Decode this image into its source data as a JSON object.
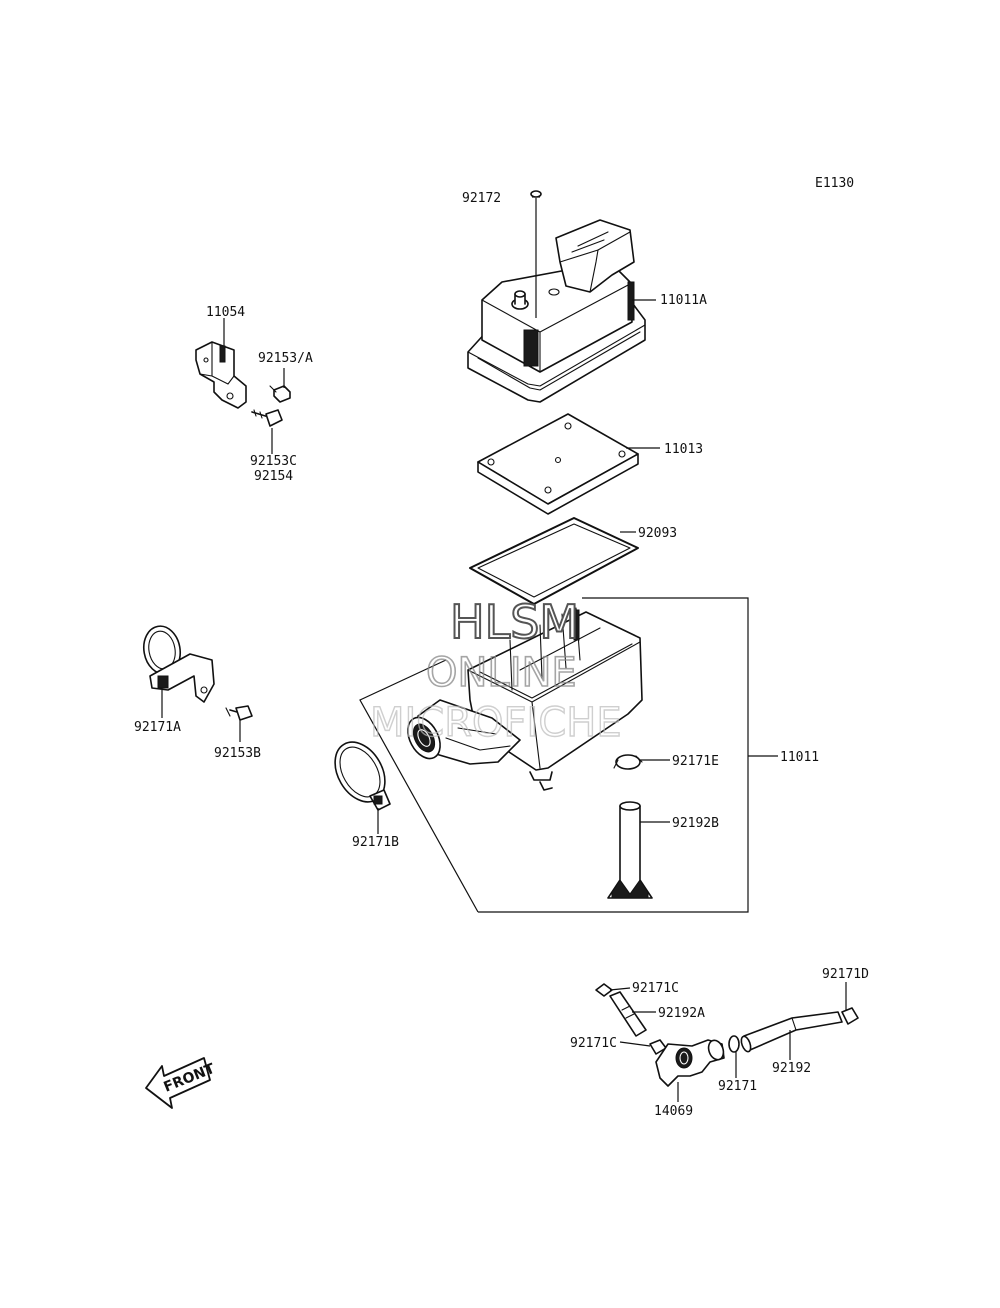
{
  "diagram_code": "E1130",
  "labels": {
    "p92172": "92172",
    "p11011A": "11011A",
    "p11054": "11054",
    "p92153A": "92153/A",
    "p92153C": "92153C",
    "p92154": "92154",
    "p11013": "11013",
    "p92093": "92093",
    "p92171A": "92171A",
    "p92153B": "92153B",
    "p92171E": "92171E",
    "p11011": "11011",
    "p92192B": "92192B",
    "p92171B": "92171B",
    "p92171C_top": "92171C",
    "p92192A": "92192A",
    "p92171C_left": "92171C",
    "p92171D": "92171D",
    "p14069": "14069",
    "p92171": "92171",
    "p92192": "92192"
  },
  "watermark": {
    "line1": "HLSM",
    "line2": "ONLINE",
    "line3": "MICROFICHE"
  },
  "front_arrow": {
    "text": "FRONT",
    "icon": "front-direction-arrow-icon"
  }
}
